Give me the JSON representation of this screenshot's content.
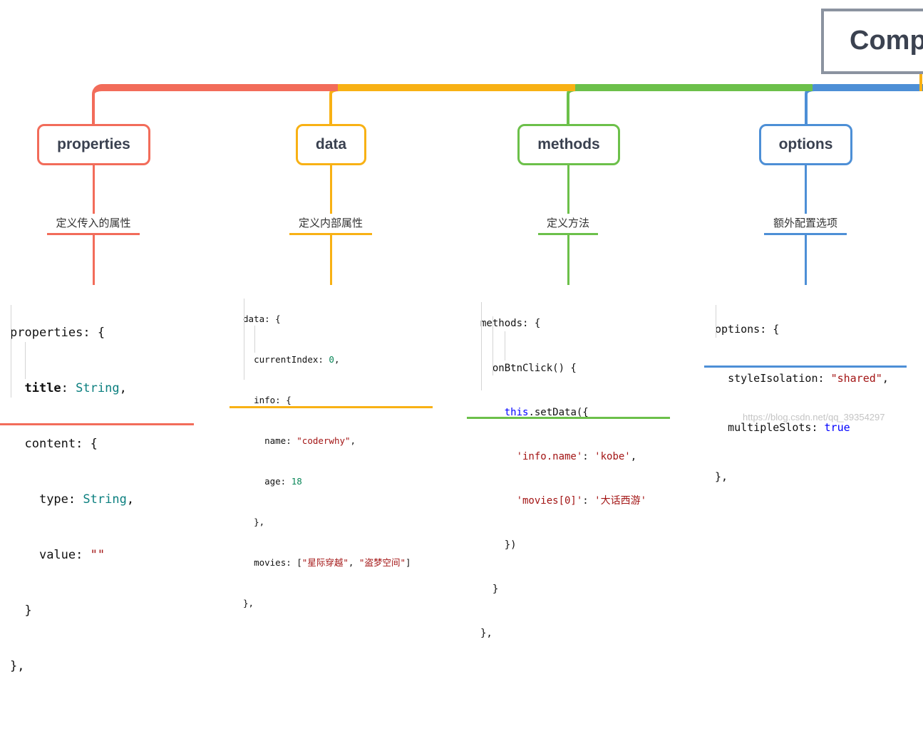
{
  "root": {
    "title": "Comp"
  },
  "colors": {
    "properties": "#f26c5a",
    "data": "#f8b114",
    "methods": "#6cc04a",
    "options": "#4d8fd6",
    "root_border": "#8b93a0"
  },
  "nodes": [
    {
      "label": "properties",
      "desc": "定义传入的属性"
    },
    {
      "label": "data",
      "desc": "定义内部属性"
    },
    {
      "label": "methods",
      "desc": "定义方法"
    },
    {
      "label": "options",
      "desc": "额外配置选项"
    }
  ],
  "code_properties": {
    "l1": "properties: {",
    "l2_key": "title",
    "l2_sep": ": ",
    "l2_type": "String",
    "l2_end": ",",
    "l3": "content: {",
    "l4_key": "type",
    "l4_sep": ": ",
    "l4_type": "String",
    "l4_end": ",",
    "l5_key": "value",
    "l5_sep": ": ",
    "l5_str": "\"\"",
    "l6": "}",
    "l7": "},"
  },
  "code_data": {
    "l1": "data: {",
    "l2_key": "currentIndex: ",
    "l2_num": "0",
    "l2_end": ",",
    "l3": "info: {",
    "l4_key": "name: ",
    "l4_str": "\"coderwhy\"",
    "l4_end": ",",
    "l5_key": "age: ",
    "l5_num": "18",
    "l6": "},",
    "l7_key": "movies: [",
    "l7_s1": "\"星际穿越\"",
    "l7_sep": ", ",
    "l7_s2": "\"盗梦空间\"",
    "l7_end": "]",
    "l8": "},"
  },
  "code_methods": {
    "l1": "methods: {",
    "l2": "onBtnClick() {",
    "l3_kw": "this",
    "l3_rest": ".setData({",
    "l4_str1": "'info.name'",
    "l4_sep": ": ",
    "l4_str2": "'kobe'",
    "l4_end": ",",
    "l5_str1": "'movies[0]'",
    "l5_sep": ": ",
    "l5_str2": "'大话西游'",
    "l6": "})",
    "l7": "}",
    "l8": "},"
  },
  "code_options": {
    "l1": "options: {",
    "l2_key": "styleIsolation: ",
    "l2_str": "\"shared\"",
    "l2_end": ",",
    "l3_key": "multipleSlots: ",
    "l3_kw": "true",
    "l4": "},"
  },
  "watermark": "https://blog.csdn.net/qq_39354297"
}
